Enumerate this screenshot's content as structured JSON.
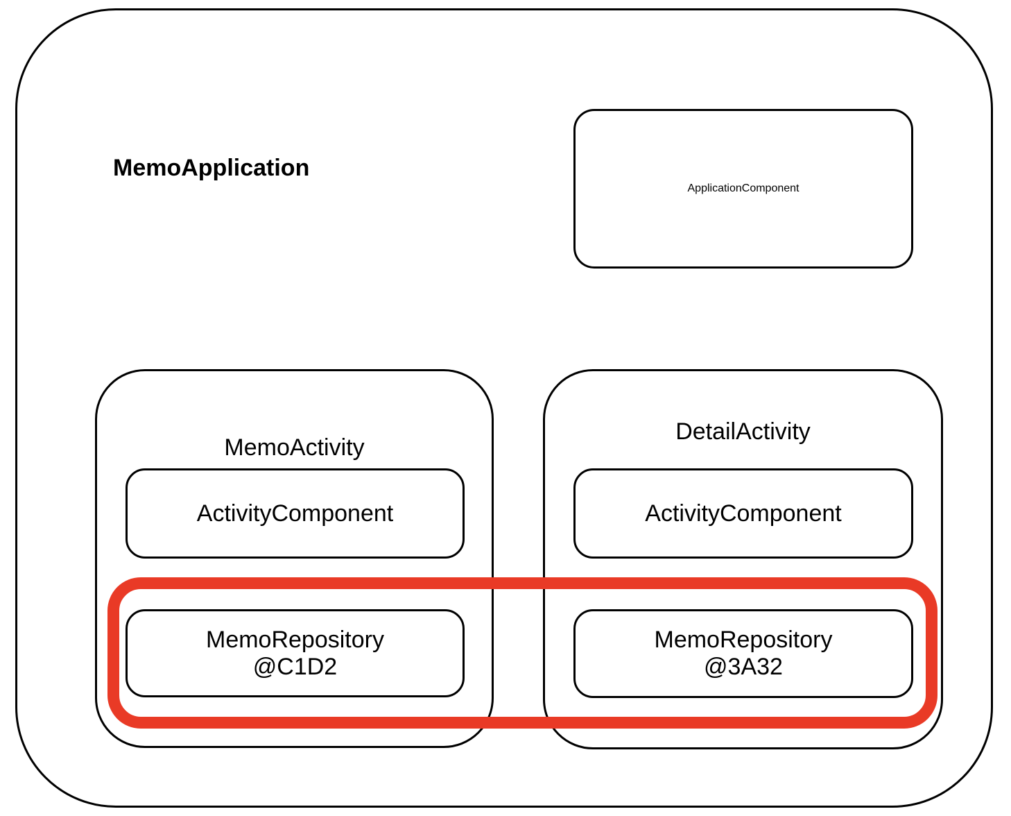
{
  "diagram": {
    "application": {
      "label": "MemoApplication",
      "component_label": "ApplicationComponent"
    },
    "activities": [
      {
        "label": "MemoActivity",
        "component_label": "ActivityComponent",
        "repository": {
          "label": "MemoRepository",
          "instance": "@C1D2"
        }
      },
      {
        "label": "DetailActivity",
        "component_label": "ActivityComponent",
        "repository": {
          "label": "MemoRepository",
          "instance": "@3A32"
        }
      }
    ],
    "highlight": {
      "color": "#E93A26"
    },
    "colors": {
      "border": "#000000",
      "background": "#FFFFFF",
      "text": "#000000"
    }
  }
}
